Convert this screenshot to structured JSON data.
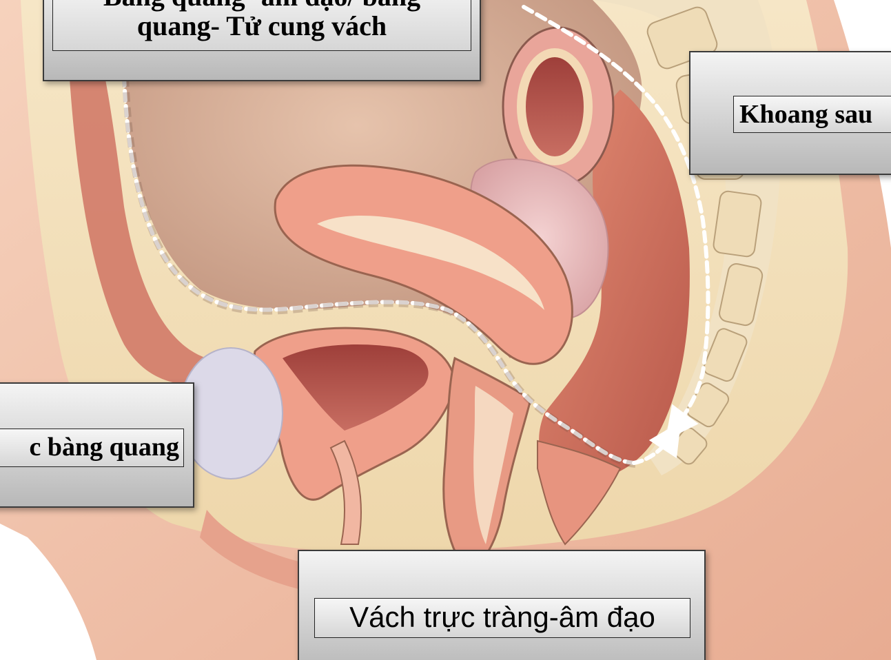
{
  "callouts": {
    "top_left": {
      "line1": "Bàng quang- âm đạo/ bàng",
      "line2": "quang- Tử cung vách"
    },
    "right": {
      "text": "Khoang sau"
    },
    "left": {
      "text": "c bàng quang"
    },
    "bottom": {
      "text": "Vách trực tràng-âm đạo"
    }
  },
  "colors": {
    "skin": "#f0c4a8",
    "fat": "#f3dfb8",
    "muscle": "#d9786a",
    "organ_wall": "#e89b86",
    "cavity": "#b85a55",
    "dashed_path": "#ffffff",
    "bladder_space": "#c79a86"
  },
  "figure": {
    "subject": "female pelvis sagittal section",
    "path_style": "white dashed line with arrowheads"
  }
}
